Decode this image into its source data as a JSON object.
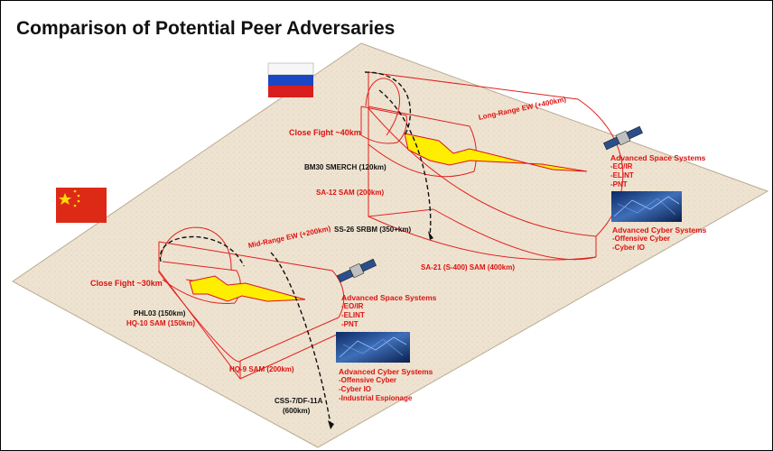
{
  "title": "Comparison of Potential Peer Adversaries",
  "russia": {
    "long_range_ew": "Long-Range EW (+400km)",
    "close_fight": "Close Fight ~40km",
    "bm30": "BM30 SMERCH (120km)",
    "sa12": "SA-12 SAM (200km)",
    "ss26": "SS-26 SRBM (350+km)",
    "sa21": "SA-21 (S-400) SAM (400km)",
    "space": {
      "title": "Advanced Space Systems",
      "items": [
        "-EO/IR",
        "-ELINT",
        "-PNT"
      ]
    },
    "cyber": {
      "title": "Advanced Cyber Systems",
      "items": [
        "-Offensive Cyber",
        "-Cyber IO"
      ]
    }
  },
  "china": {
    "mid_range_ew": "Mid-Range EW (+200km)",
    "close_fight": "Close Fight ~30km",
    "phl03": "PHL03 (150km)",
    "hq10": "HQ-10 SAM (150km)",
    "hq9": "HQ-9 SAM (200km)",
    "css7": "CSS-7/DF-11A",
    "css7_range": "(600km)",
    "space": {
      "title": "Advanced Space Systems",
      "items": [
        "-EO/IR",
        "-ELINT",
        "-PNT"
      ]
    },
    "cyber": {
      "title": "Advanced Cyber Systems",
      "items": [
        "-Offensive Cyber",
        "-Cyber IO",
        "-Industrial Espionage"
      ]
    }
  },
  "colors": {
    "ground": "#efe6d5",
    "range_line": "#e02020",
    "jammer_fill": "#ffff00",
    "text_red": "#dd1111"
  },
  "icons": [
    "russia-flag-icon",
    "china-flag-icon",
    "satellite-icon",
    "cyber-network-icon"
  ]
}
